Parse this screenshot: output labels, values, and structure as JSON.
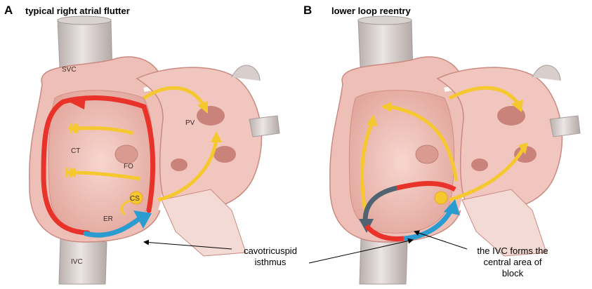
{
  "panels": [
    {
      "letter": "A",
      "title": "typical right atrial flutter"
    },
    {
      "letter": "B",
      "title": "lower loop reentry"
    }
  ],
  "anatomy_labels": {
    "svc": "SVC",
    "pv": "PV",
    "ct": "CT",
    "fo": "FO",
    "cs": "CS",
    "er": "ER",
    "ivc": "IVC"
  },
  "callouts": {
    "cti_line1": "cavotricuspid",
    "cti_line2": "isthmus",
    "ivc_line1": "the IVC forms the",
    "ivc_line2": "central area of",
    "ivc_line3": "block"
  },
  "colors": {
    "activation_red": "#e8322a",
    "activation_yellow": "#f6c830",
    "activation_blue": "#2a9ccf",
    "block_gray": "#4f6470",
    "tissue_pink": "#f1c4bd",
    "tissue_dark": "#e3a59c",
    "vessel_gray": "#cfc7c4"
  }
}
